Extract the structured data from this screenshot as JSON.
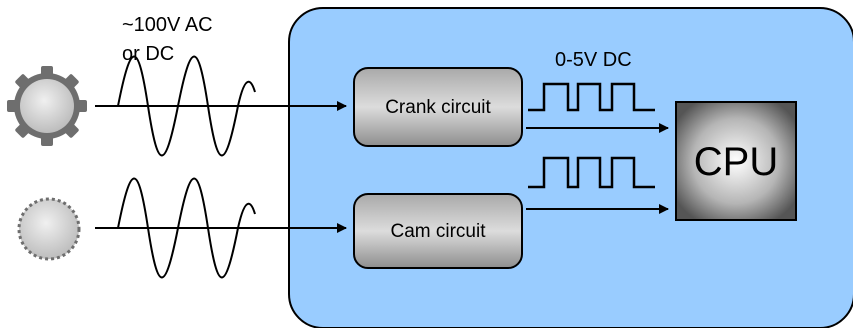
{
  "labels": {
    "input_signal": [
      "~100V AC",
      "or DC"
    ],
    "output_signal": "0-5V DC",
    "crank_circuit": "Crank circuit",
    "cam_circuit": "Cam circuit",
    "cpu": "CPU"
  },
  "colors": {
    "ecu_box": "#99ccff",
    "circuit_box": "#b3b3b3",
    "cpu_box": "#555555",
    "sensor_fill": "#cccccc",
    "sensor_stroke": "#666666",
    "line": "#000000"
  },
  "icons": {
    "crank_sensor": "toothed-wheel-icon",
    "cam_sensor": "dotted-wheel-icon"
  }
}
